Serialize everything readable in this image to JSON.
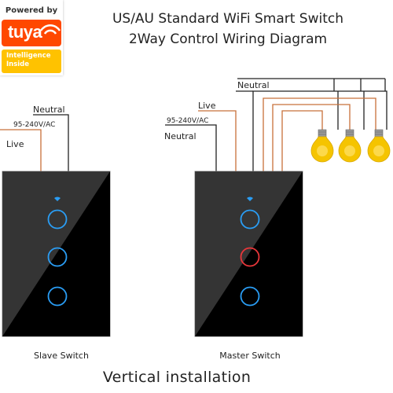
{
  "logo": {
    "powered_by": "Powered by",
    "brand": "tuya",
    "tagline_line1": "Intelligence",
    "tagline_line2": "Inside",
    "colors": {
      "brand_red": "#ff4800",
      "tag_yellow": "#ffc200"
    }
  },
  "header": {
    "title_line1": "US/AU Standard WiFi  Smart Switch",
    "title_line2": "2Way Control Wiring Diagram"
  },
  "slave": {
    "neutral": "Neutral",
    "voltage": "95-240V/AC",
    "live": "Live",
    "caption": "Slave Switch",
    "buttons": [
      "blue",
      "blue",
      "blue"
    ]
  },
  "master": {
    "live": "Live",
    "voltage": "95-240V/AC",
    "neutral": "Neutral",
    "load_neutral": "Neutral",
    "caption": "Master Switch",
    "buttons": [
      "blue",
      "red",
      "blue"
    ],
    "bulbs": 3
  },
  "footer": {
    "text": "Vertical installation"
  },
  "colors": {
    "panel": "#111111",
    "button_blue": "#2a9df4",
    "button_red": "#e8363a",
    "live_wire": "#c8703a",
    "neutral_wire": "#222222",
    "bulb": "#f5c400"
  }
}
